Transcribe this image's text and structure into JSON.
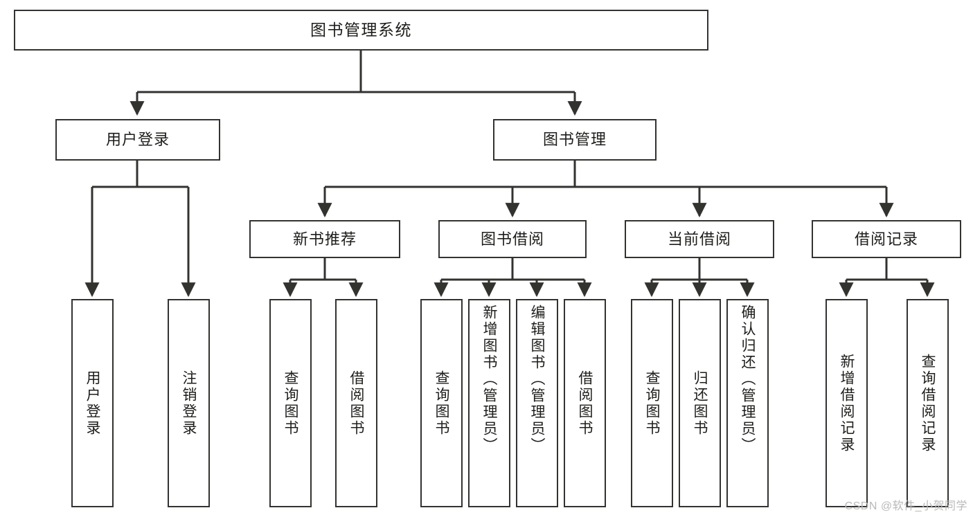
{
  "diagram": {
    "title": "图书管理系统",
    "type": "tree",
    "watermark": "CSDN @软件_小贺同学",
    "colors": {
      "background": "#ffffff",
      "border": "#32322f",
      "text": "#1d1d1b",
      "edge": "#32322f",
      "watermark": "#b9b9b9"
    },
    "root": {
      "label": "图书管理系统"
    },
    "level2": [
      {
        "label": "用户登录"
      },
      {
        "label": "图书管理"
      }
    ],
    "level3": [
      {
        "label": "新书推荐"
      },
      {
        "label": "图书借阅"
      },
      {
        "label": "当前借阅"
      },
      {
        "label": "借阅记录"
      }
    ],
    "leaves": {
      "user_login": [
        {
          "label": "用户登录"
        },
        {
          "label": "注销登录"
        }
      ],
      "new_book": [
        {
          "label": "查询图书"
        },
        {
          "label": "借阅图书"
        }
      ],
      "book_borrow": [
        {
          "label": "查询图书"
        },
        {
          "label": "新增图书（管理员）"
        },
        {
          "label": "编辑图书（管理员）"
        },
        {
          "label": "借阅图书"
        }
      ],
      "current_borrow": [
        {
          "label": "查询图书"
        },
        {
          "label": "归还图书"
        },
        {
          "label": "确认归还（管理员）"
        }
      ],
      "borrow_record": [
        {
          "label": "新增借阅记录"
        },
        {
          "label": "查询借阅记录"
        }
      ]
    }
  }
}
